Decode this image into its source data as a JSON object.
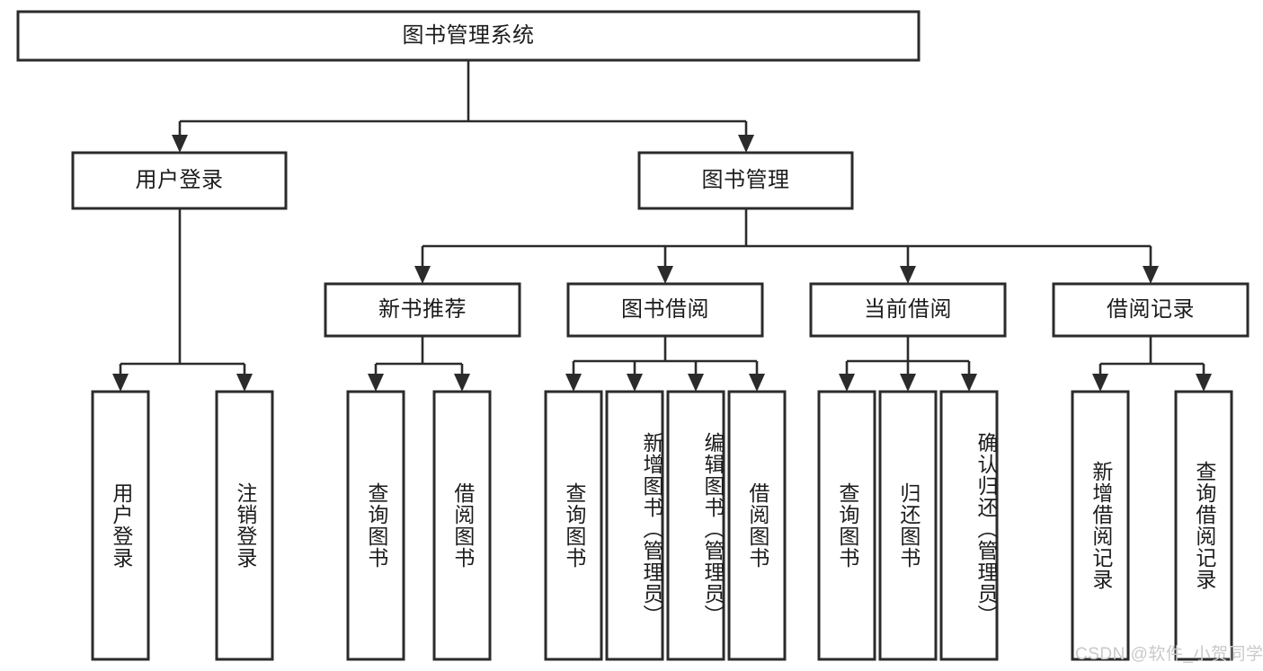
{
  "diagram": {
    "title": "图书管理系统",
    "type": "hierarchy-tree",
    "watermark": "CSDN @软件_小贺同学",
    "colors": {
      "box_stroke": "#2b2b2b",
      "box_fill": "#ffffff",
      "connector": "#2b2b2b",
      "text": "#1c1c1c",
      "watermark": "#c9c9c9",
      "background": "#ffffff"
    },
    "levels": {
      "root": {
        "label": "图书管理系统"
      },
      "level1": [
        {
          "label": "用户登录"
        },
        {
          "label": "图书管理"
        }
      ],
      "level2": [
        {
          "label": "新书推荐"
        },
        {
          "label": "图书借阅"
        },
        {
          "label": "当前借阅"
        },
        {
          "label": "借阅记录"
        }
      ],
      "leaves": {
        "user_login": [
          {
            "label": "用户登录"
          },
          {
            "label": "注销登录"
          }
        ],
        "new_book_recommend": [
          {
            "label": "查询图书"
          },
          {
            "label": "借阅图书"
          }
        ],
        "book_borrow": [
          {
            "label": "查询图书"
          },
          {
            "label": "新增图书（管理员）"
          },
          {
            "label": "编辑图书（管理员）"
          },
          {
            "label": "借阅图书"
          }
        ],
        "current_borrow": [
          {
            "label": "查询图书"
          },
          {
            "label": "归还图书"
          },
          {
            "label": "确认归还（管理员）"
          }
        ],
        "borrow_record": [
          {
            "label": "新增借阅记录"
          },
          {
            "label": "查询借阅记录"
          }
        ]
      }
    }
  }
}
